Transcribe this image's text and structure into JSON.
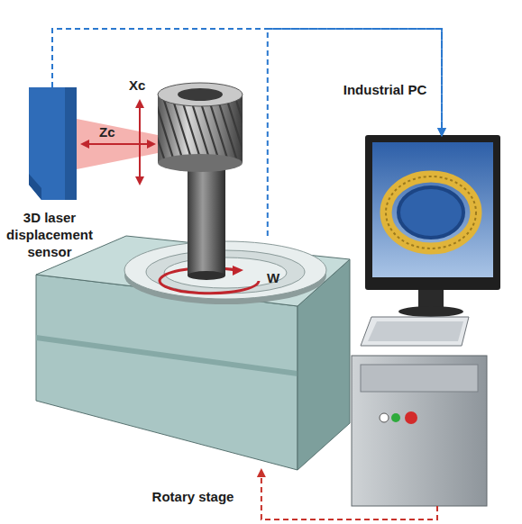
{
  "diagram": {
    "nodes": [
      {
        "text": [
          "3D laser displacement sensor"
        ]
      },
      {
        "text": [
          "Industrial PC"
        ]
      },
      {
        "text": [
          "Rotary stage"
        ]
      }
    ],
    "edges": [
      {
        "from": 0,
        "to": 1,
        "arrow": "to"
      },
      {
        "from": 2,
        "to": 1,
        "arrow": "to"
      },
      {
        "from": 1,
        "to": 2,
        "arrow": "to"
      }
    ],
    "labels": [
      "Xc",
      "Zc",
      "W"
    ]
  }
}
